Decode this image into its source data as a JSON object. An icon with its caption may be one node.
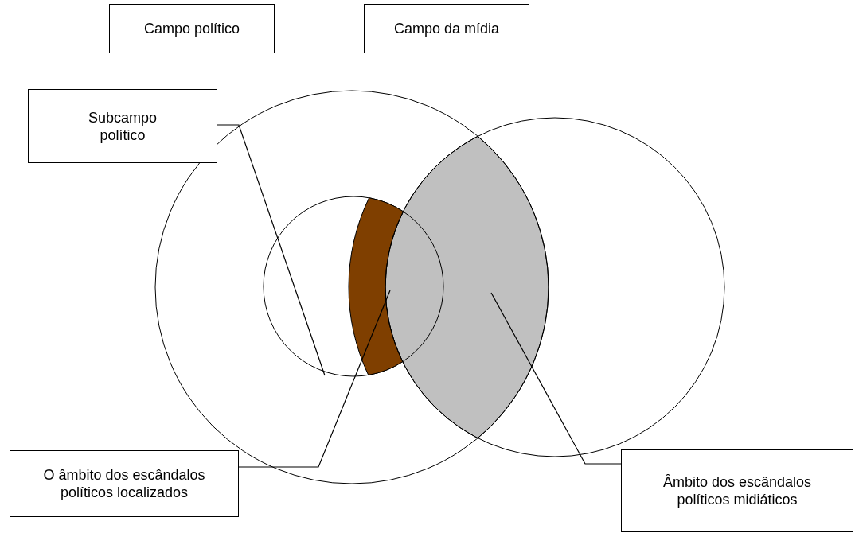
{
  "diagram": {
    "nodes": [
      {
        "text": [
          "Campo político"
        ]
      },
      {
        "text": [
          "Campo da mídia"
        ]
      },
      {
        "text": [
          "Subcampo político"
        ]
      },
      {
        "text": [
          "O âmbito dos escândalos políticos localizados"
        ]
      },
      {
        "text": [
          "Âmbito dos escândalos políticos midiáticos"
        ]
      },
      {
        "text": [],
        "shape": "circle"
      },
      {
        "text": [],
        "shape": "circle"
      },
      {
        "text": [],
        "shape": "circle",
        "in": 5
      },
      {
        "text": [],
        "shape": "crescent",
        "in": 7
      },
      {
        "text": [],
        "shape": "lens"
      }
    ],
    "edges": [
      {
        "from": 2,
        "to": 7,
        "arrow": "none"
      },
      {
        "from": 3,
        "to": 8,
        "arrow": "none"
      },
      {
        "from": 4,
        "to": 9,
        "arrow": "none"
      }
    ]
  }
}
